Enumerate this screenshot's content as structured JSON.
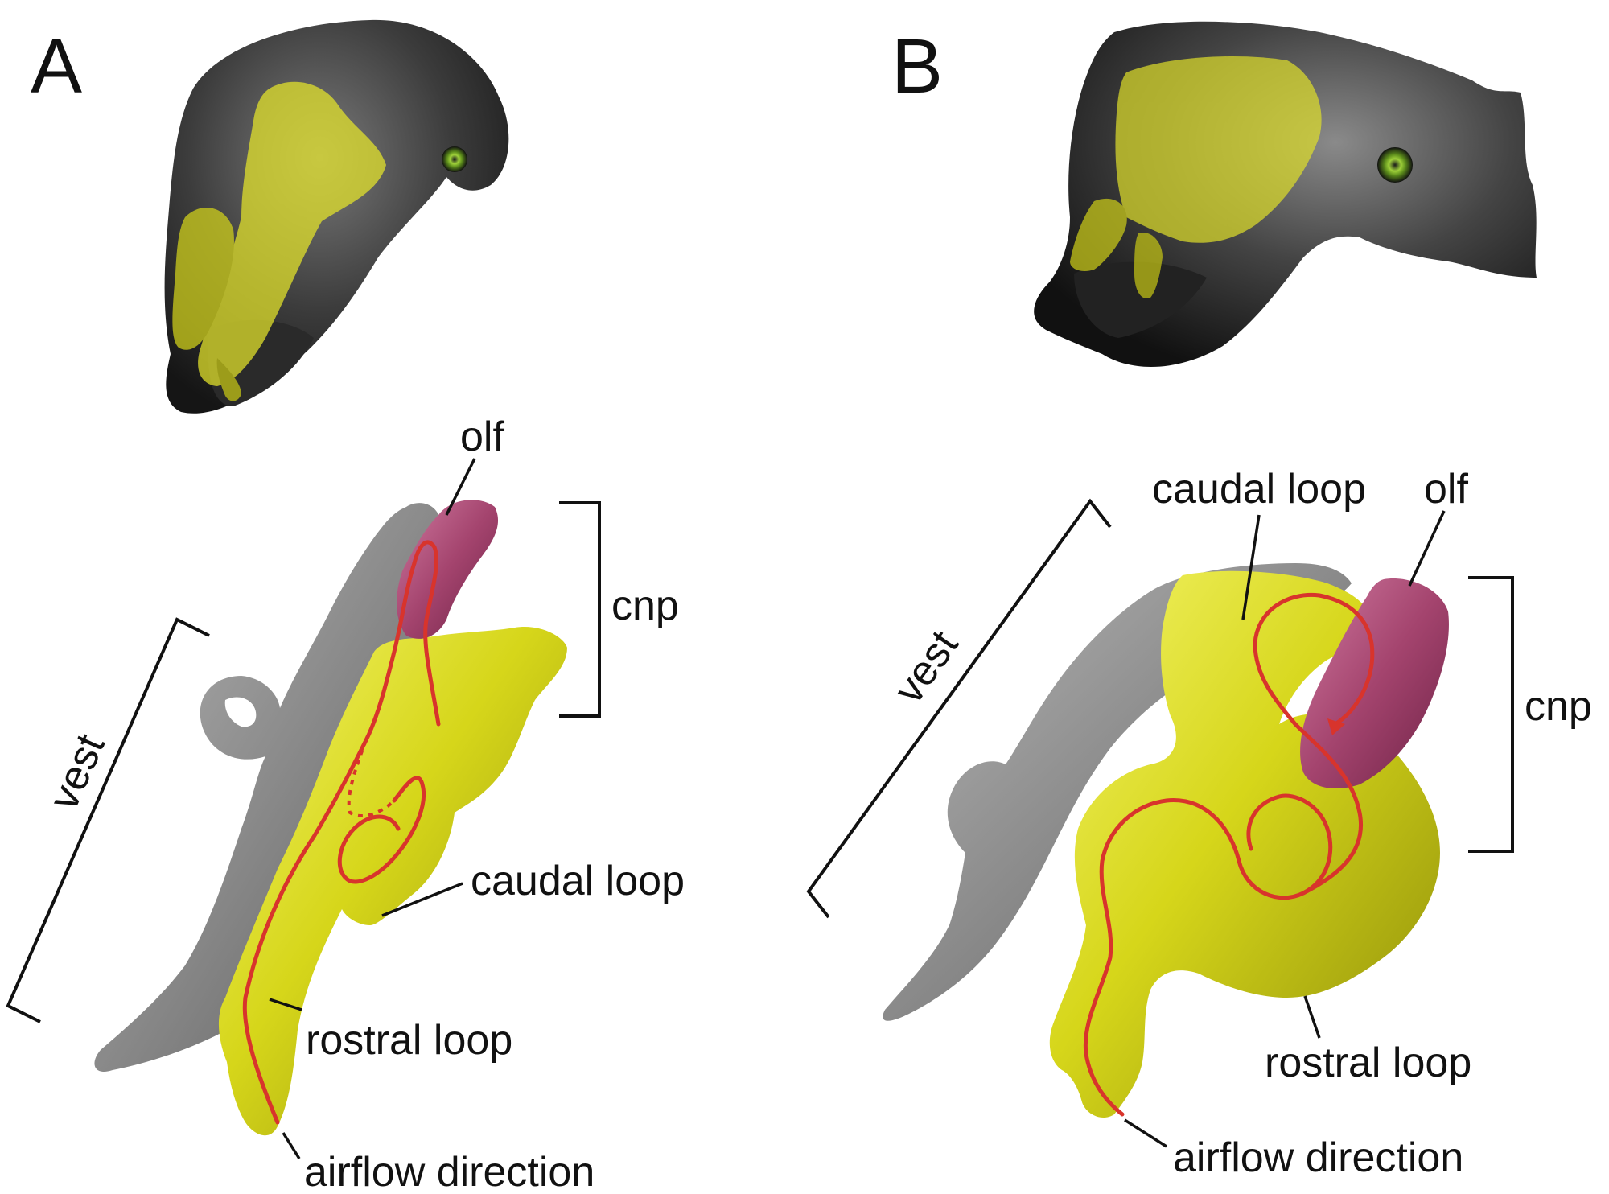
{
  "panels": [
    {
      "letter": "A",
      "labels": {
        "olf": "olf",
        "cnp": "cnp",
        "vest": "vest",
        "caudal_loop": "caudal loop",
        "rostral_loop": "rostral loop",
        "airflow": "airflow direction"
      }
    },
    {
      "letter": "B",
      "labels": {
        "olf": "olf",
        "cnp": "cnp",
        "vest": "vest",
        "caudal_loop": "caudal loop",
        "rostral_loop": "rostral loop",
        "airflow": "airflow direction"
      }
    }
  ],
  "colors": {
    "skull": "#3a3a3a",
    "nasal_cavity": "#d9d91a",
    "olfactory_region": "#a4446e",
    "other_side_cavity": "#8a8a8a",
    "airflow_line": "#d8342c",
    "text": "#111111"
  }
}
